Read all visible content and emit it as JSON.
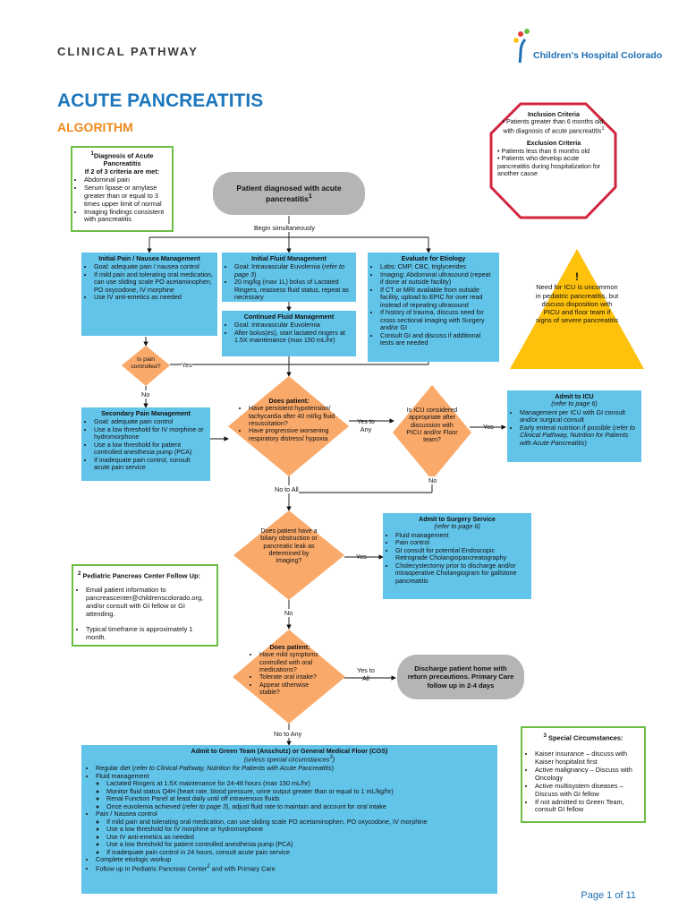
{
  "header": {
    "pathway_label": "CLINICAL PATHWAY",
    "logo_text": "Children's Hospital Colorado",
    "title": "ACUTE PANCREATITIS",
    "subtitle": "ALGORITHM"
  },
  "diagnosis_box": {
    "sup": "1",
    "title": "Diagnosis of Acute Pancreatitis",
    "subtitle": "If 2 of 3 criteria are met:",
    "items": [
      "Abdominal pain",
      "Serum lipase or amylase greater than or equal to 3 times upper limit of normal",
      "Imaging findings consistent with pancreatitis"
    ]
  },
  "criteria": {
    "inclusion_title": "Inclusion Criteria",
    "inclusion_item": "Patients greater than 6 months old, with diagnosis of acute pancreatitis",
    "inclusion_sup": "1",
    "exclusion_title": "Exclusion Criteria",
    "exclusion_items": [
      "Patients less than 6 months old",
      "Patients who develop acute pancreatitis during hospitalization for another cause"
    ]
  },
  "start": {
    "text": "Patient diagnosed with acute pancreatitis",
    "sup": "1",
    "begin": "Begin simultaneously"
  },
  "pain": {
    "title": "Initial Pain / Nausea Management",
    "items": [
      "Goal: adequate pain / nausea control",
      "If mild pain and tolerating oral medication, can use sliding scale PO acetaminophen, PO oxycodone, IV morphine",
      "Use IV anti-emetics as needed"
    ]
  },
  "fluid": {
    "title": "Initial Fluid Management",
    "item1a": "Goal: Intravascular Euvolemia (",
    "item1b": "refer to page 3",
    "item1c": ")",
    "item2": "20 mg/kg (max 1L) bolus of Lactated Ringers, reassess fluid status, repeat as necessary"
  },
  "continued": {
    "title": "Continued Fluid Management",
    "items": [
      "Goal: Intravascular Euvolemia",
      "After bolus(es), start lactated ringers at 1.5X maintenance (max 150 mL/hr)"
    ]
  },
  "etiology": {
    "title": "Evaluate for Etiology",
    "items": [
      "Labs: CMP, CBC, triglycerides",
      "Imaging: Abdominal ultrasound (repeat if done at outside facility)",
      "If CT or MRI available from outside facility, upload to EPIC for over read instead of repeating ultrasound",
      "If history of trauma, discuss need for cross sectional imaging with Surgery and/or GI",
      "Consult GI and discuss if additional tests are needed"
    ]
  },
  "warning": {
    "mark": "!",
    "text": "Need for ICU is uncommon in pediatric pancreatitis, but discuss disposition with PICU and floor team if signs of severe pancreatitis"
  },
  "pain_decision": {
    "text": "Is pain controlled?",
    "yes": "Yes",
    "no": "No"
  },
  "secondary": {
    "title": "Secondary Pain Management",
    "items": [
      "Goal: adequate pain control",
      "Use a low threshold for IV morphine or hydromorphone",
      "Use a low threshold for patient controlled anesthesia pump (PCA)",
      "If inadequate pain control, consult acute pain service"
    ]
  },
  "severity": {
    "title": "Does patient:",
    "items": [
      "Have persistent hypotension/ tachycardia after 40 ml/kg fluid resuscitation?",
      "Have progressive worsening respiratory distress/ hypoxia"
    ],
    "yes": "Yes to Any",
    "no": "No to All"
  },
  "icu_decision": {
    "text": "Is ICU considered appropriate after discussion with PICU and/or Floor team?",
    "yes": "Yes",
    "no": "No"
  },
  "icu": {
    "title": "Admit to ICU",
    "ref": "(refer to page 6)",
    "item1": "Management per ICU with GI consult and/or surgical consult",
    "item2a": "Early enteral nutrition if possible (",
    "item2b": "refer to Clinical Pathway, Nutrition for Patients with Acute Pancreatitis",
    "item2c": ")"
  },
  "biliary": {
    "text": "Does patient have a biliary obstruction or pancreatic leak as determined by imaging?",
    "yes": "Yes",
    "no": "No"
  },
  "surgery": {
    "title": "Admit to Surgery Service",
    "ref": "(refer to page 6)",
    "items": [
      "Fluid management",
      "Pain control",
      "GI consult for potential Endoscopic Retrograde Cholangiopancreatography",
      "Cholecystectomy prior to discharge and/or intraoperative Cholangiogram for gallstone pancreatitis"
    ]
  },
  "followup": {
    "sup": "2",
    "title": "Pediatric Pancreas Center Follow Up:",
    "items": [
      "Email patient information to pancreascenter@childrenscolorado.org, and/or consult with GI fellow or GI attending.",
      "Typical timeframe is approximately 1 month."
    ]
  },
  "mild": {
    "title": "Does patient:",
    "items": [
      "Have mild symptoms controlled with oral medications?",
      "Tolerate oral intake?",
      "Appear otherwise stable?"
    ],
    "yes": "Yes to All",
    "no": "No to Any"
  },
  "discharge": {
    "text": "Discharge patient home with return precautions. Primary Care follow up in 2-4 days"
  },
  "special": {
    "sup": "3",
    "title": "Special Circumstances:",
    "items": [
      "Kaiser insurance – discuss with Kaiser hospitalist first",
      "Active malignancy – Discuss with Oncology",
      "Active multisystem diseases – Discuss with GI fellow",
      "If not admitted to Green Team, consult GI fellow"
    ]
  },
  "admit": {
    "title": "Admit to Green Team (Anschutz) or General Medical Floor (COS)",
    "unless": "unless special circumstances",
    "unless_sup": "3",
    "diet_a": "Regular diet (",
    "diet_b": "refer to Clinical Pathway, Nutrition for Patients with Acute Pancreatitis",
    "diet_c": ")",
    "fluid_title": "Fluid management",
    "fluid_items": [
      "Lactated Ringers at 1.5X maintenance for 24-48 hours (max 150 mL/hr)",
      "Monitor fluid status Q4H (heart rate, blood pressure, urine output greater than or equal to 1 mL/kg/hr)",
      "Renal Function Panel at least daily until off intravenous fluids"
    ],
    "fluid_last_a": "Once euvolemia achieved (",
    "fluid_last_b": "refer to page 3",
    "fluid_last_c": "), adjust fluid rate to maintain and account for oral intake",
    "pain_title": "Pain / Nausea control",
    "pain_items": [
      "If mild pain and tolerating oral medication, can use sliding scale PO acetaminophen, PO oxycodone, IV morphine",
      "Use a low threshold for IV morphine or hydromorphone",
      "Use IV anti-emetics as needed",
      "Use a low threshold for patient controlled anesthesia pump (PCA)",
      "If inadequate pain control in 24 hours, consult acute pain service"
    ],
    "workup": "Complete etiologic workup",
    "follow_a": "Follow up in Pediatric Pancreas Center",
    "follow_sup": "2",
    "follow_b": " and with Primary Care"
  },
  "footer": {
    "page": "Page 1 of 11"
  }
}
